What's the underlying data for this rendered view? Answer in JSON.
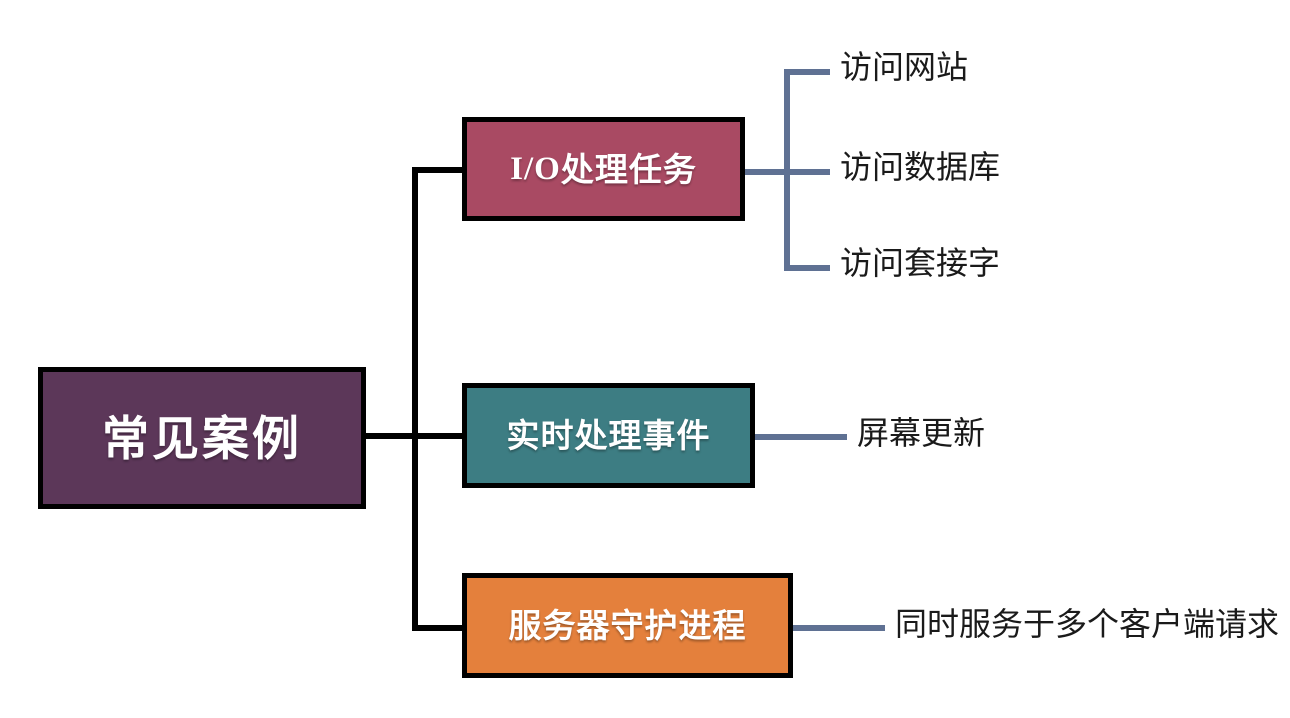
{
  "diagram": {
    "type": "mind-map",
    "orientation": "left-to-right",
    "root": {
      "label": "常见案例",
      "color": "#5C3759",
      "text_color": "#ffffff",
      "border_color": "#000000"
    },
    "branches": [
      {
        "id": "io",
        "label": "I/O处理任务",
        "label_prefix": "I/O",
        "label_suffix": "处理任务",
        "color": "#A94A63",
        "text_color": "#ffffff",
        "border_color": "#000000",
        "leaves": [
          {
            "id": "website",
            "label": "访问网站"
          },
          {
            "id": "database",
            "label": "访问数据库"
          },
          {
            "id": "socket",
            "label": "访问套接字"
          }
        ]
      },
      {
        "id": "realtime",
        "label": "实时处理事件",
        "color": "#3D7D83",
        "text_color": "#ffffff",
        "border_color": "#000000",
        "leaves": [
          {
            "id": "screen",
            "label": "屏幕更新"
          }
        ]
      },
      {
        "id": "daemon",
        "label": "服务器守护进程",
        "color": "#E4803C",
        "text_color": "#ffffff",
        "border_color": "#000000",
        "leaves": [
          {
            "id": "clients",
            "label": "同时服务于多个客户端请求"
          }
        ]
      }
    ],
    "connector_colors": {
      "trunk": "#000000",
      "leaf": "#5F7193"
    },
    "leaf_text_color": "#1A1A1A",
    "background": "#ffffff"
  }
}
